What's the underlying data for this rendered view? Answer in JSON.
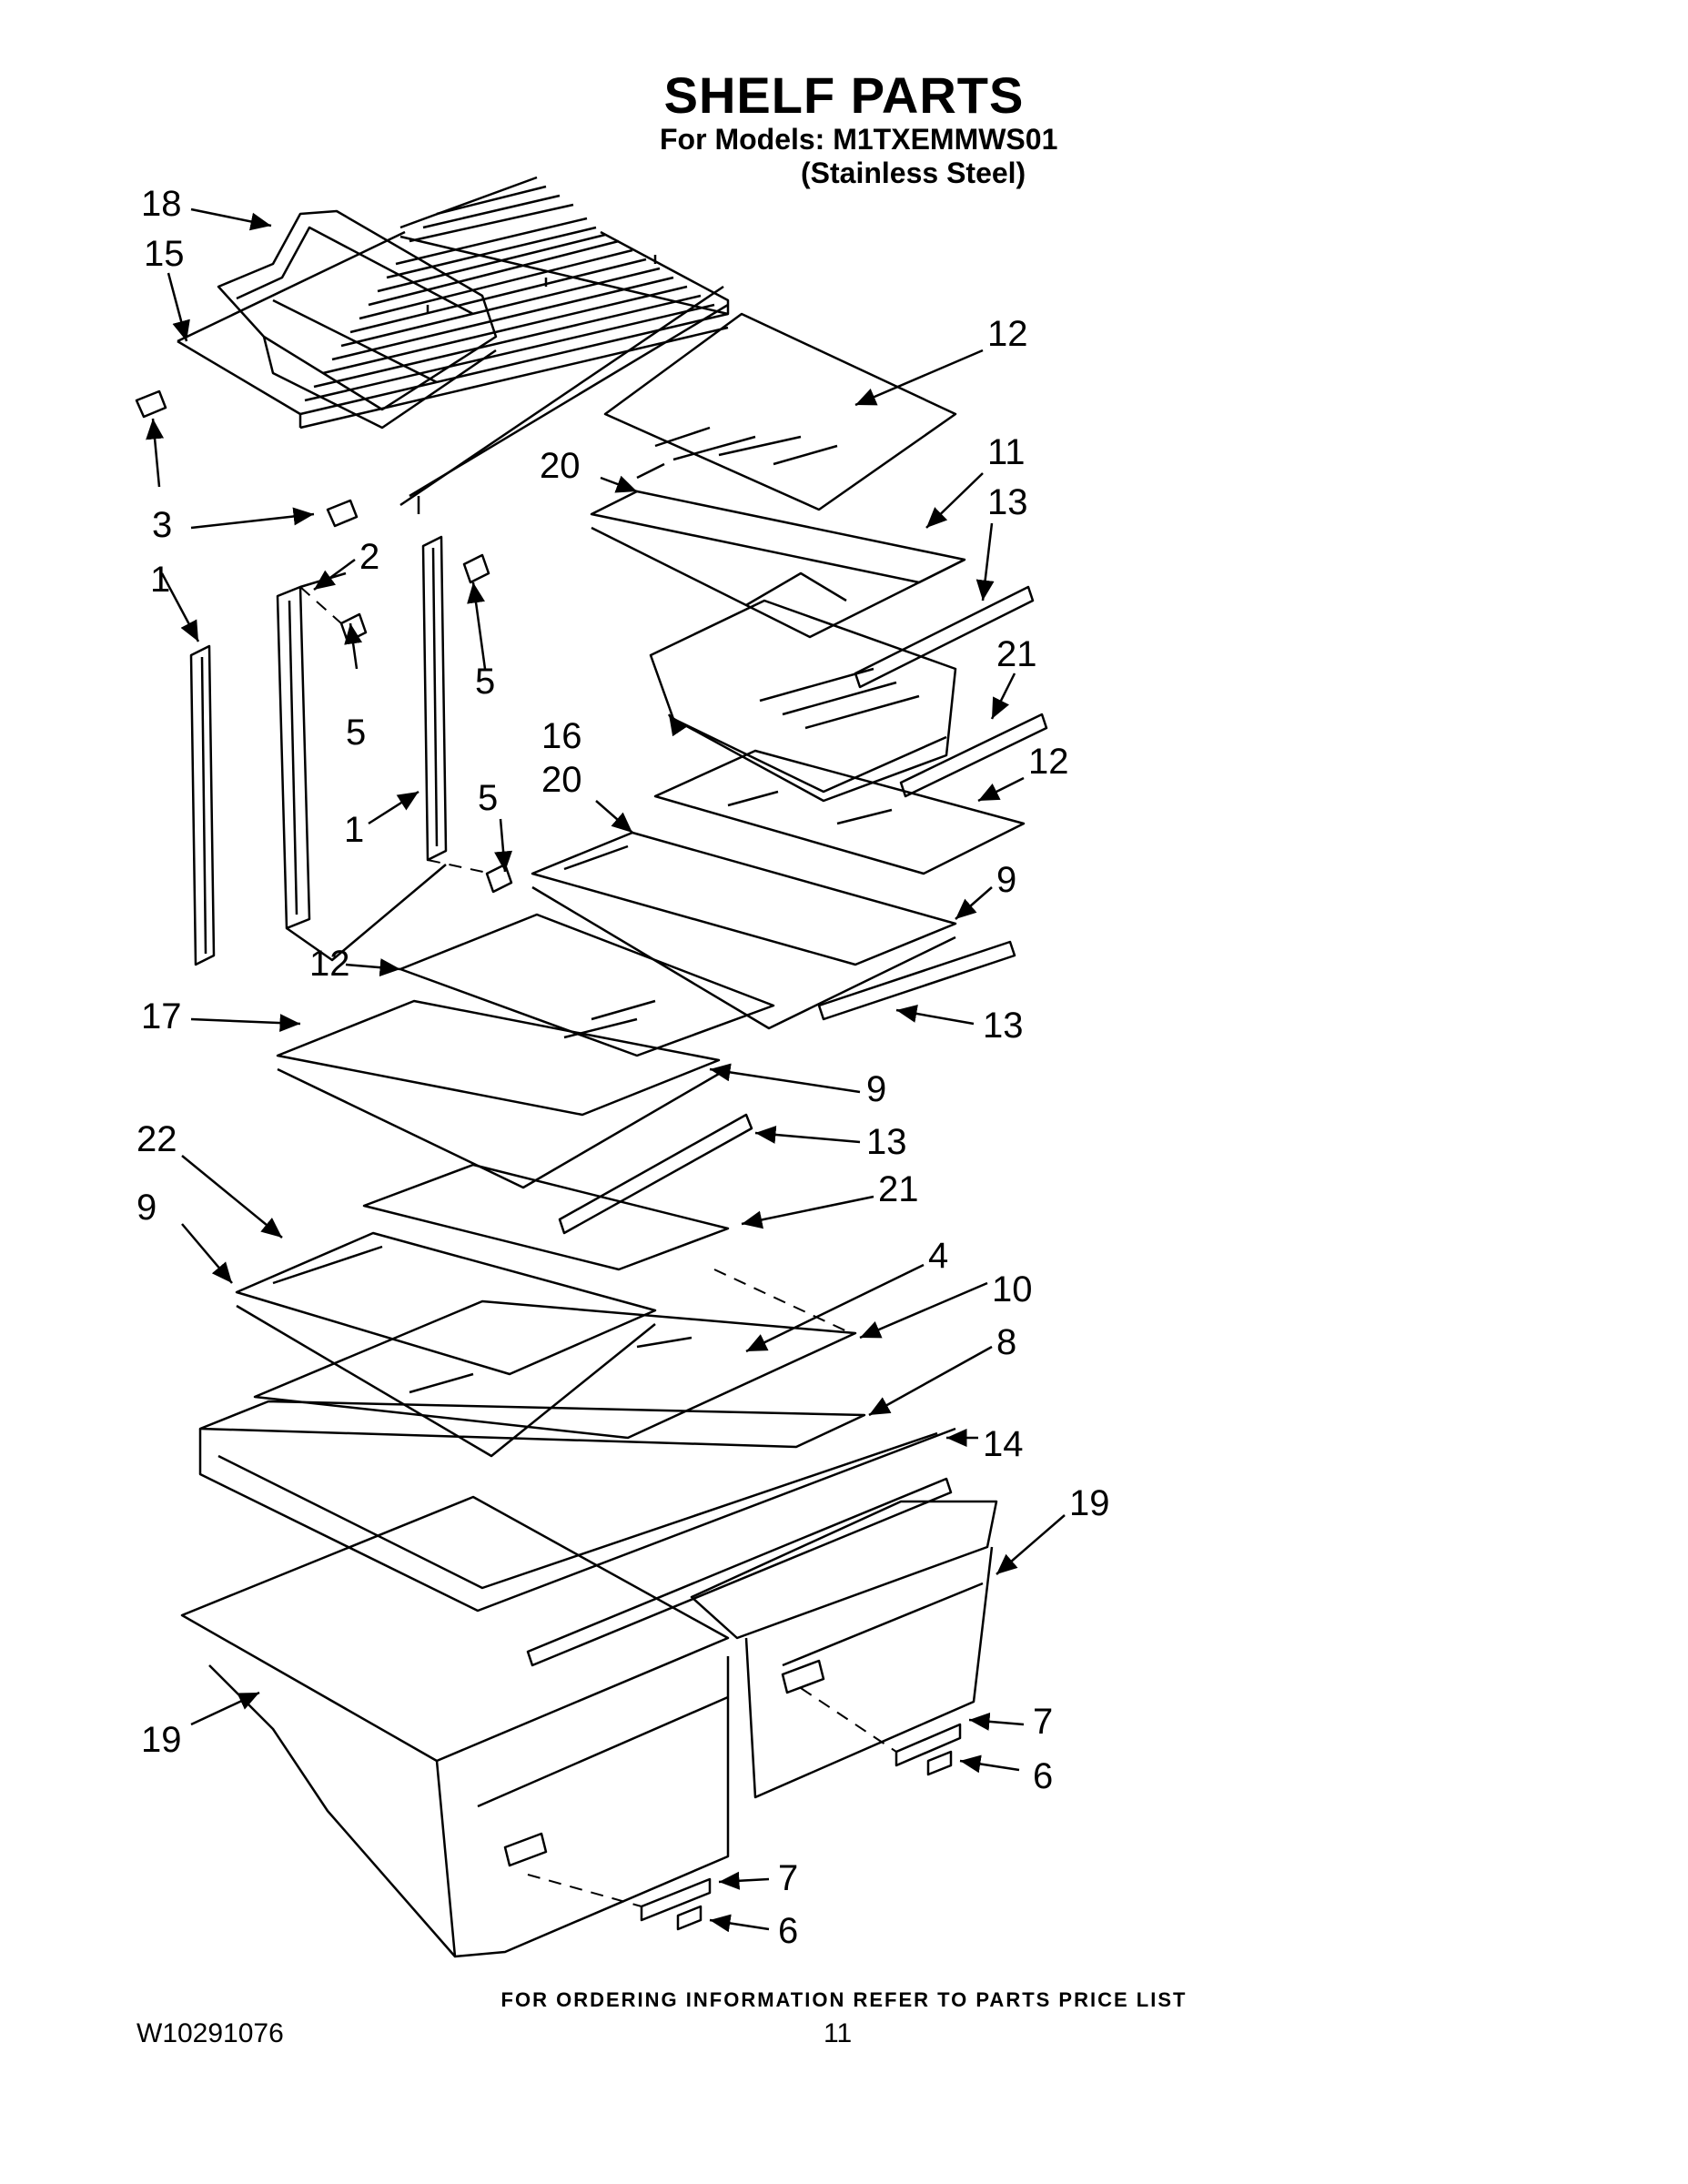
{
  "header": {
    "title": "SHELF PARTS",
    "models_line": "For Models: M1TXEMMWS01",
    "finish_line": "(Stainless Steel)"
  },
  "callouts": [
    "18",
    "15",
    "3",
    "1",
    "2",
    "5",
    "5",
    "5",
    "1",
    "12",
    "20",
    "11",
    "13",
    "16",
    "21",
    "12",
    "20",
    "9",
    "12",
    "17",
    "13",
    "9",
    "13",
    "22",
    "21",
    "9",
    "4",
    "10",
    "8",
    "14",
    "19",
    "19",
    "7",
    "6",
    "7",
    "6"
  ],
  "footer": {
    "ordering_note": "FOR ORDERING INFORMATION REFER TO PARTS PRICE LIST",
    "doc_number": "W10291076",
    "page_number": "11"
  },
  "colors": {
    "ink": "#000000",
    "paper": "#ffffff"
  }
}
